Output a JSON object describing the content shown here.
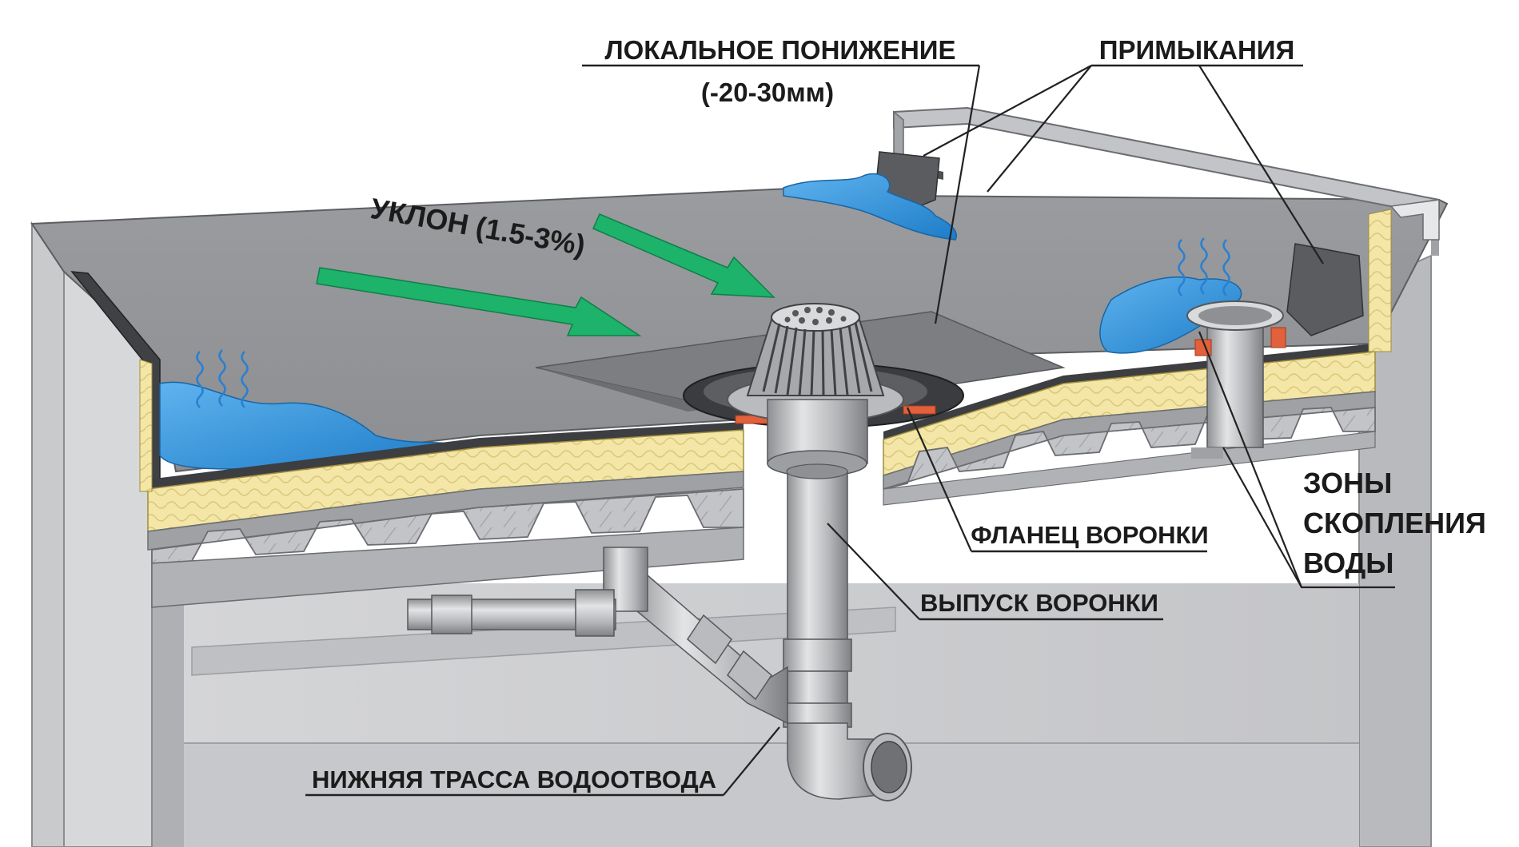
{
  "labels": {
    "local_depression_line1": "ЛОКАЛЬНОЕ ПОНИЖЕНИЕ",
    "local_depression_line2": "(-20-30мм)",
    "junctions": "ПРИМЫКАНИЯ",
    "slope": "УКЛОН (1.5-3%)",
    "drain_flange": "ФЛАНЕЦ ВОРОНКИ",
    "drain_outlet": "ВЫПУСК ВОРОНКИ",
    "water_zones_line1": "ЗОНЫ",
    "water_zones_line2": "СКОПЛЕНИЯ",
    "water_zones_line3": "ВОДЫ",
    "lower_drain_route": "НИЖНЯЯ ТРАССА ВОДООТВОДА"
  },
  "colors": {
    "membrane": "#8f9194",
    "parapet": "#c9cacc",
    "insulation": "#f3e6a6",
    "deck": "#b7b9bc",
    "water": "#2f8fd8",
    "arrow": "#1db36b",
    "pipe": "#a9abae",
    "flange_seal": "#e2603c"
  },
  "icons": {
    "slope_arrows": "arrow-right-icon",
    "evaporation": "wavy-lines-icon",
    "drain_grate": "dome-grate-icon"
  }
}
